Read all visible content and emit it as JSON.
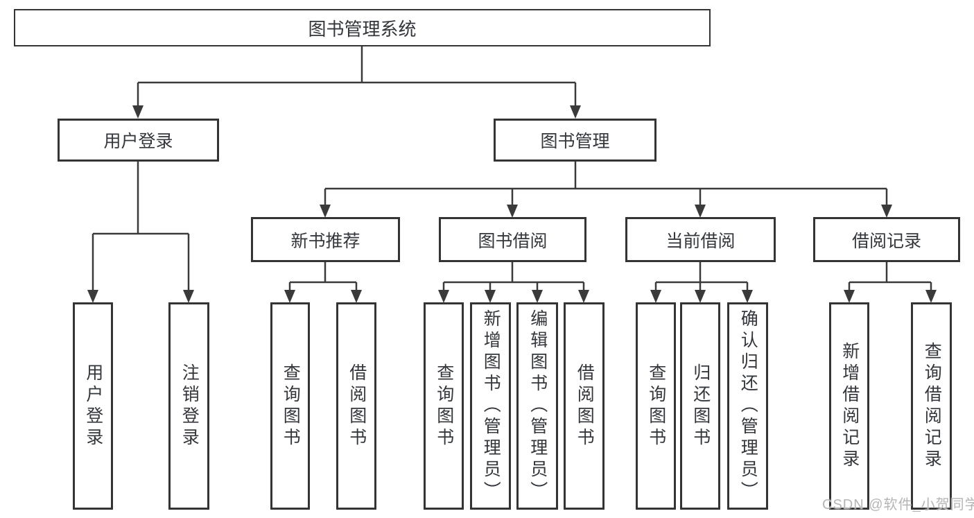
{
  "tree": {
    "root": "图书管理系统",
    "children": [
      {
        "label": "用户登录",
        "children": [
          {
            "label": "用户登录"
          },
          {
            "label": "注销登录"
          }
        ]
      },
      {
        "label": "图书管理",
        "children": [
          {
            "label": "新书推荐",
            "children": [
              {
                "label": "查询图书"
              },
              {
                "label": "借阅图书"
              }
            ]
          },
          {
            "label": "图书借阅",
            "children": [
              {
                "label": "查询图书"
              },
              {
                "label": "新增图书（管理员）"
              },
              {
                "label": "编辑图书（管理员）"
              },
              {
                "label": "借阅图书"
              }
            ]
          },
          {
            "label": "当前借阅",
            "children": [
              {
                "label": "查询图书"
              },
              {
                "label": "归还图书"
              },
              {
                "label": "确认归还（管理员）"
              }
            ]
          },
          {
            "label": "借阅记录",
            "children": [
              {
                "label": "新增借阅记录"
              },
              {
                "label": "查询借阅记录"
              }
            ]
          }
        ]
      }
    ]
  },
  "colors": {
    "line": "#3a3a3a",
    "border": "#343434",
    "text": "#33363b",
    "watermark": "#b5b5b5"
  },
  "watermark": "CSDN @软件_小贺同学"
}
